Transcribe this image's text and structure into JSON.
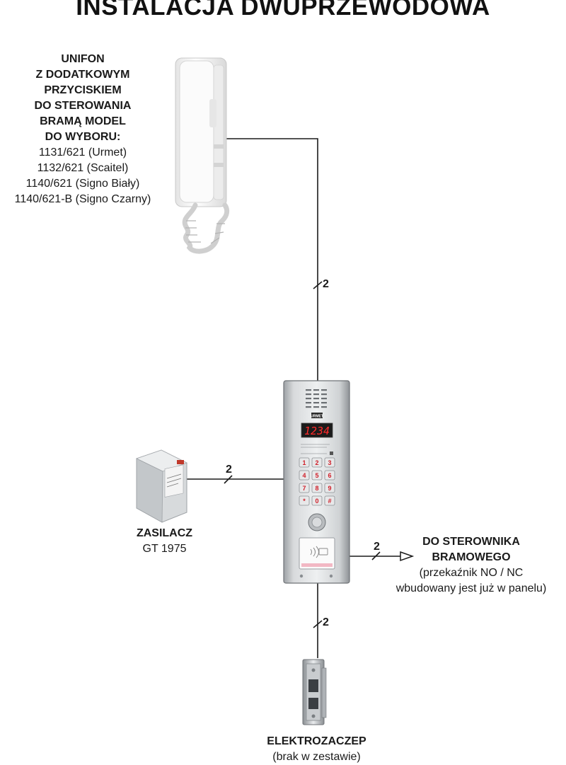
{
  "title": "INSTALACJA DWUPRZEWODOWA",
  "intercom": {
    "bold_lines": [
      "UNIFON",
      "Z DODATKOWYM",
      "PRZYCISKIEM",
      "DO STEROWANIA",
      "BRAMĄ MODEL",
      "DO WYBORU:"
    ],
    "models": [
      "1131/621 (Urmet)",
      "1132/621 (Scaitel)",
      "1140/621 (Signo Biały)",
      "1140/621-B (Signo Czarny)"
    ]
  },
  "power_supply": {
    "name": "ZASILACZ",
    "model": "GT 1975"
  },
  "gate_controller": {
    "bold_lines": [
      "DO STEROWNIKA",
      "BRAMOWEGO"
    ],
    "note_lines": [
      "(przekaźnik NO / NC",
      "wbudowany jest już w panelu)"
    ]
  },
  "door_strike": {
    "name": "ELEKTROZACZEP",
    "note": "(brak w zestawie)"
  },
  "wires": {
    "intercom": "2",
    "power": "2",
    "gate": "2",
    "strike": "2"
  },
  "panel": {
    "brand": "URMET",
    "display": "1234",
    "keys": [
      "1",
      "2",
      "3",
      "4",
      "5",
      "6",
      "7",
      "8",
      "9",
      "*",
      "0",
      "#"
    ]
  }
}
